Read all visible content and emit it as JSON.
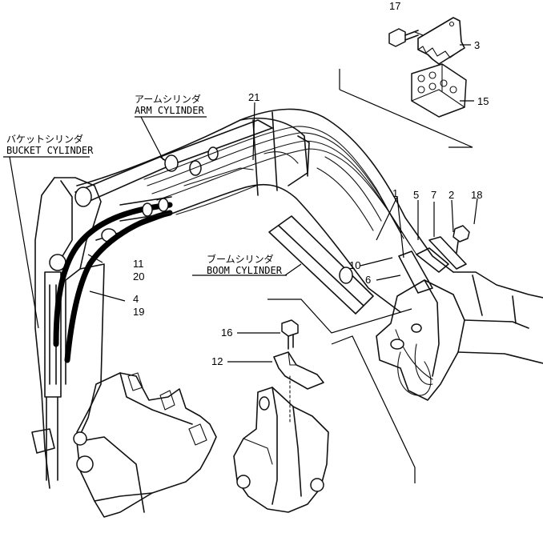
{
  "labels": {
    "bucket_cylinder_jp": "バケットシリンダ",
    "bucket_cylinder_en": "BUCKET CYLINDER",
    "arm_cylinder_jp": "アームシリンダ",
    "arm_cylinder_en": "ARM CYLINDER",
    "boom_cylinder_jp": "ブームシリンダ",
    "boom_cylinder_en": "BOOM CYLINDER"
  },
  "callouts": {
    "c17": "17",
    "c3": "3",
    "c15": "15",
    "c21": "21",
    "c1": "1",
    "c5": "5",
    "c7": "7",
    "c2": "2",
    "c18": "18",
    "c10": "10",
    "c6": "6",
    "c11": "11",
    "c20": "20",
    "c4": "4",
    "c19": "19",
    "c16": "16",
    "c12": "12"
  }
}
